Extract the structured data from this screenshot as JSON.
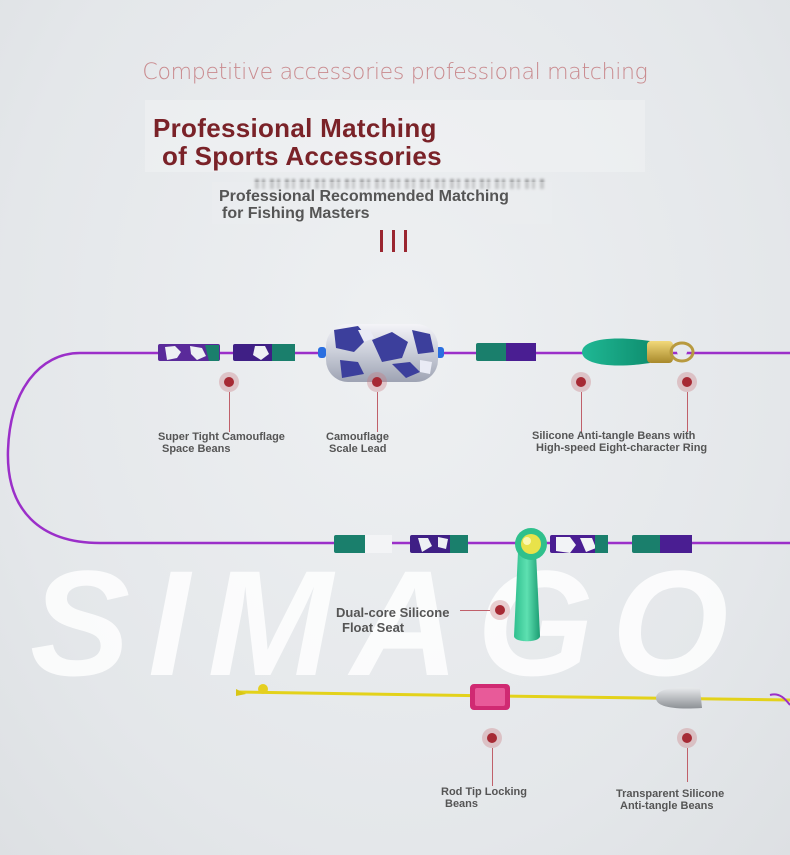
{
  "header": {
    "tagline": "Competitive accessories professional matching",
    "title_line1": "Professional Matching",
    "title_line2": "of Sports Accessories",
    "subtitle_line1": "Professional Recommended Matching",
    "subtitle_line2": "for Fishing Masters"
  },
  "watermark": "SIMAGO",
  "labels": {
    "camo_beans": [
      "Super Tight Camouflage",
      "Space Beans"
    ],
    "scale_lead": [
      "Camouflage",
      "Scale Lead"
    ],
    "silicone_beans": [
      "Silicone Anti-tangle Beans with",
      "High-speed Eight-character Ring"
    ],
    "float_seat": [
      "Dual-core Silicone",
      "Float Seat"
    ],
    "rod_tip": [
      "Rod Tip Locking",
      "Beans"
    ],
    "transparent_beans": [
      "Transparent Silicone",
      "Anti-tangle Beans"
    ]
  },
  "colors": {
    "title": "#7a2228",
    "line": "#9b2fc9",
    "marker": "#a62a34",
    "teal": "#1e7a6e",
    "purple": "#4b1f8c",
    "yellow_line": "#e3d21a",
    "pink_bead": "#d02a72"
  },
  "icons": [
    "camo-bead-icon",
    "camo-lead-icon",
    "anti-tangle-bead-icon",
    "swivel-ring-icon",
    "float-seat-icon",
    "rod-tip-bead-icon",
    "transparent-bead-icon"
  ]
}
